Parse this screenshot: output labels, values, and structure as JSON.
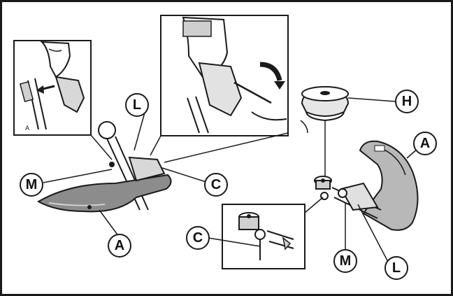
{
  "colors": {
    "ink": "#1a1a1a",
    "background": "#ffffff",
    "guard_gray": "#8c8c8c",
    "part_gray": "#b8b8b8"
  },
  "icons": [
    "grass-trimmer-guard",
    "trimmer-line-spool",
    "mounting-screw",
    "hand"
  ],
  "callouts": {
    "left_L": "L",
    "left_M": "M",
    "left_C": "C",
    "left_A": "A",
    "right_H": "H",
    "right_A": "A",
    "right_C": "C",
    "right_M": "M",
    "right_L": "L"
  }
}
